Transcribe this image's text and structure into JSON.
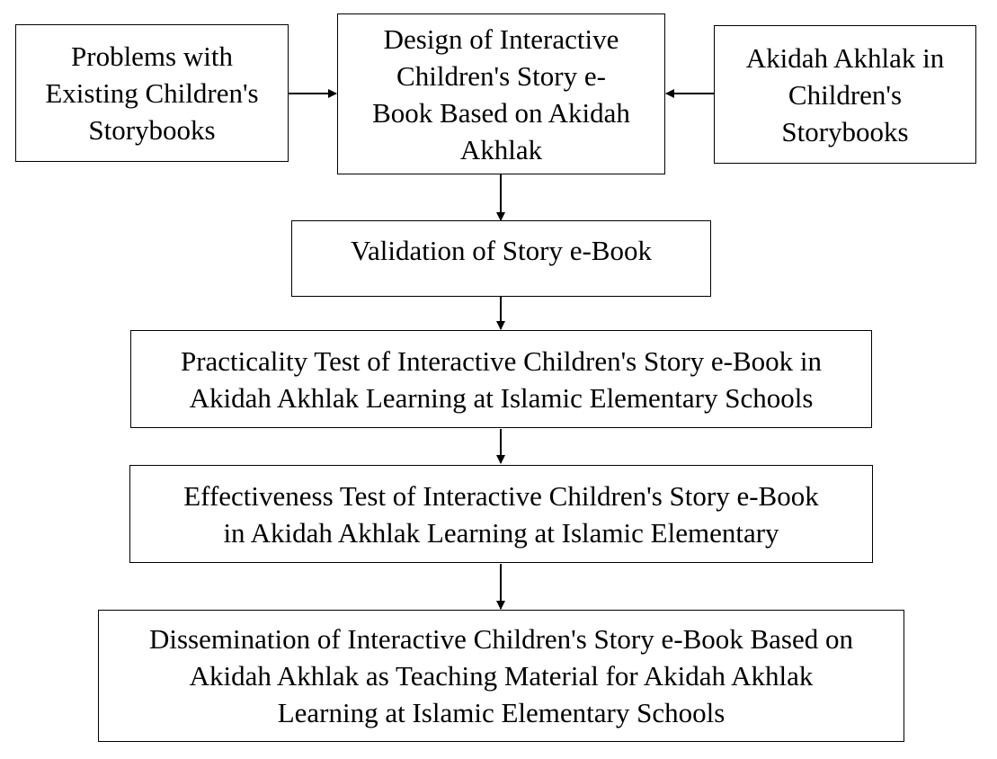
{
  "colors": {
    "stroke": "#000000",
    "background": "#ffffff",
    "text": "#000000"
  },
  "nodes": {
    "problems": {
      "lines": [
        "Problems with",
        "Existing Children's",
        "Storybooks"
      ]
    },
    "design": {
      "lines": [
        "Design of Interactive",
        "Children's Story e-",
        "Book Based on Akidah",
        "Akhlak"
      ]
    },
    "akidah": {
      "lines": [
        "Akidah Akhlak in",
        "Children's",
        "Storybooks"
      ]
    },
    "validation": {
      "lines": [
        "Validation of Story e-Book"
      ]
    },
    "practicality": {
      "lines": [
        "Practicality Test of Interactive Children's Story e-Book in",
        "Akidah Akhlak Learning at Islamic Elementary Schools"
      ]
    },
    "effectiveness": {
      "lines": [
        "Effectiveness Test of Interactive Children's Story e-Book",
        "in Akidah Akhlak Learning at Islamic Elementary"
      ]
    },
    "dissemination": {
      "lines": [
        "Dissemination of Interactive Children's Story e-Book Based on",
        "Akidah Akhlak as Teaching Material for Akidah Akhlak",
        "Learning at Islamic Elementary Schools"
      ]
    }
  },
  "edges": [
    {
      "from": "problems",
      "to": "design"
    },
    {
      "from": "akidah",
      "to": "design"
    },
    {
      "from": "design",
      "to": "validation"
    },
    {
      "from": "validation",
      "to": "practicality"
    },
    {
      "from": "practicality",
      "to": "effectiveness"
    },
    {
      "from": "effectiveness",
      "to": "dissemination"
    }
  ]
}
